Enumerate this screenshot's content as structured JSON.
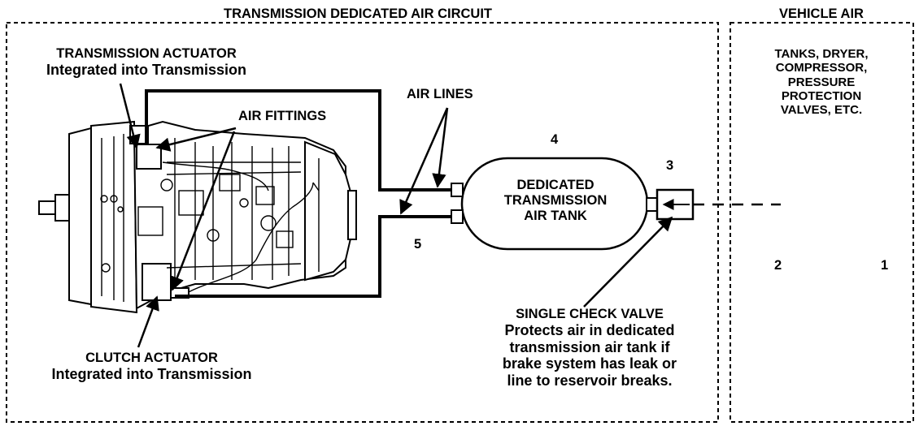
{
  "sections": {
    "transmission_title": "TRANSMISSION DEDICATED AIR CIRCUIT",
    "vehicle_title": "VEHICLE AIR"
  },
  "labels": {
    "transmission_actuator_title": "TRANSMISSION ACTUATOR",
    "transmission_actuator_sub": "Integrated into Transmission",
    "air_fittings": "AIR FITTINGS",
    "air_lines": "AIR LINES",
    "clutch_actuator_title": "CLUTCH ACTUATOR",
    "clutch_actuator_sub": "Integrated into Transmission",
    "tank_line1": "DEDICATED",
    "tank_line2": "TRANSMISSION",
    "tank_line3": "AIR TANK",
    "check_valve_title": "SINGLE CHECK VALVE",
    "check_valve_desc1": "Protects air in dedicated",
    "check_valve_desc2": "transmission air tank if",
    "check_valve_desc3": "brake system has leak or",
    "check_valve_desc4": "line to reservoir breaks.",
    "vehicle_line1": "TANKS, DRYER,",
    "vehicle_line2": "COMPRESSOR,",
    "vehicle_line3": "PRESSURE",
    "vehicle_line4": "PROTECTION",
    "vehicle_line5": "VALVES, ETC."
  },
  "callouts": {
    "n1": "1",
    "n2": "2",
    "n3": "3",
    "n4": "4",
    "n5": "5"
  }
}
